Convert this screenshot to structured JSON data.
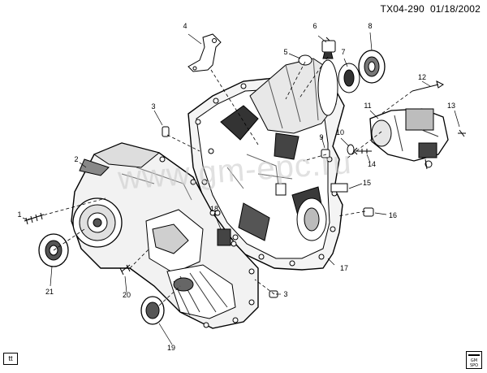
{
  "header": {
    "code": "TX04-290",
    "date": "01/18/2002"
  },
  "badge": "tt",
  "watermark": "www.gm-epc.ru",
  "callouts": {
    "c1": "1",
    "c2": "2",
    "c3a": "3",
    "c3b": "3",
    "c4": "4",
    "c5": "5",
    "c6": "6",
    "c7": "7",
    "c8": "8",
    "c9": "9",
    "c10": "10",
    "c11": "11",
    "c12": "12",
    "c13": "13",
    "c14": "14",
    "c15": "15",
    "c16": "16",
    "c17": "17",
    "c18": "18",
    "c19": "19",
    "c20": "20",
    "c21": "21"
  },
  "colors": {
    "ink": "#000000",
    "paper": "#ffffff",
    "shade": "#333333",
    "mid": "#8a8a8a",
    "light": "#d6d6d6"
  }
}
